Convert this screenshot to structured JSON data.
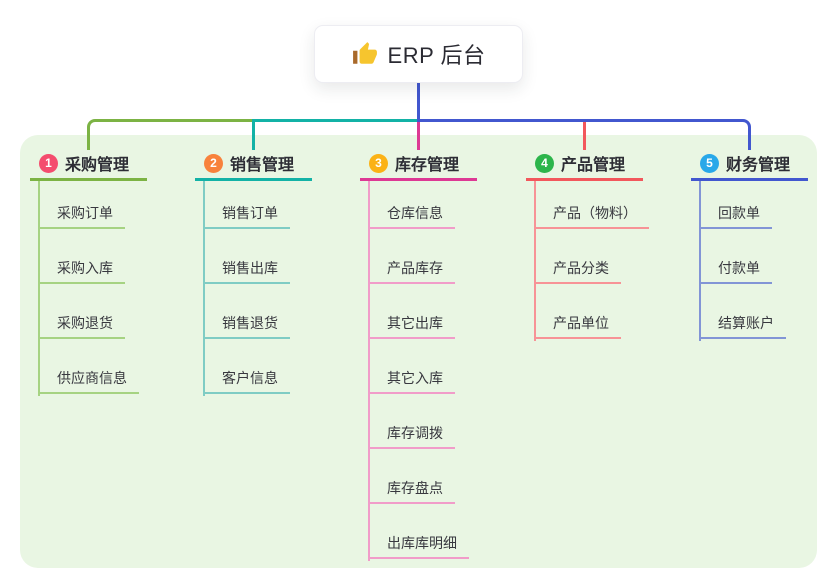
{
  "root": {
    "title": "ERP 后台",
    "icon": "thumbs-up-icon",
    "icon_colors": {
      "hand": "#f6c52e",
      "sleeve": "#a9692a"
    }
  },
  "board": {
    "background": "#e9f6e3"
  },
  "trunk_color": "#4257cf",
  "branches": [
    {
      "index": "1",
      "label": "采购管理",
      "badge_color": "#f44d6e",
      "line_color": "#7cb344",
      "child_line_color": "#a6d382",
      "children": [
        "采购订单",
        "采购入库",
        "采购退货",
        "供应商信息"
      ]
    },
    {
      "index": "2",
      "label": "销售管理",
      "badge_color": "#f8823c",
      "line_color": "#13b2a6",
      "child_line_color": "#7fccc4",
      "children": [
        "销售订单",
        "销售出库",
        "销售退货",
        "客户信息"
      ]
    },
    {
      "index": "3",
      "label": "库存管理",
      "badge_color": "#fbb216",
      "line_color": "#dd3994",
      "child_line_color": "#f19cc9",
      "children": [
        "仓库信息",
        "产品库存",
        "其它出库",
        "其它入库",
        "库存调拨",
        "库存盘点",
        "出库库明细"
      ]
    },
    {
      "index": "4",
      "label": "产品管理",
      "badge_color": "#2cb54b",
      "line_color": "#f2575c",
      "child_line_color": "#f79396",
      "children": [
        "产品（物料）",
        "产品分类",
        "产品单位"
      ]
    },
    {
      "index": "5",
      "label": "财务管理",
      "badge_color": "#28a8e9",
      "line_color": "#4257cf",
      "child_line_color": "#8295d6",
      "children": [
        "回款单",
        "付款单",
        "结算账户"
      ]
    }
  ]
}
